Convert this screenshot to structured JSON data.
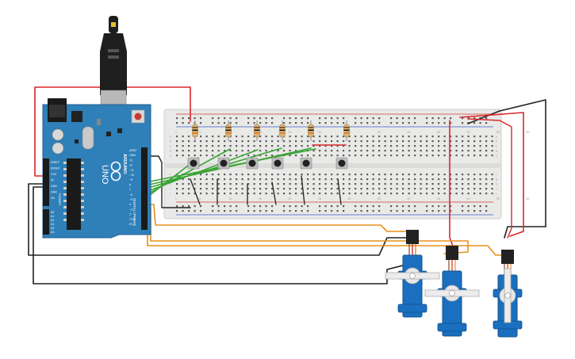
{
  "arduino": {
    "brand": "ARDUINO",
    "model": "UNO",
    "digital_header_label": "DIGITAL (PWM~)",
    "power_header_label": "POWER",
    "analog_header_label": "ANALOG IN",
    "pin_labels_power": [
      "IOREF",
      "RESET",
      "3.3V",
      "5V",
      "GND",
      "GND",
      "Vin"
    ],
    "pin_labels_analog": [
      "A0",
      "A1",
      "A2",
      "A3",
      "A4",
      "A5"
    ],
    "pin_labels_digital": [
      "AREF",
      "GND",
      "13",
      "12",
      "~11",
      "~10",
      "~9",
      "8",
      "7",
      "~6",
      "~5",
      "4",
      "~3",
      "2",
      "TX 1",
      "RX 0"
    ]
  },
  "breadboard": {
    "col_numbers": [
      "1",
      "5",
      "10",
      "15",
      "20",
      "25",
      "30",
      "35",
      "40",
      "45",
      "50",
      "55",
      "60"
    ],
    "row_letters": [
      "a",
      "b",
      "c",
      "d",
      "e",
      "f",
      "g",
      "h",
      "i",
      "j"
    ]
  },
  "components": {
    "pushbutton_count": 6,
    "resistor_count": 6,
    "servo_count": 3
  },
  "colors": {
    "wire_power": "#d9262c",
    "wire_ground": "#202020",
    "wire_signal_button": "#3aa535",
    "wire_signal_servo": "#e8911a",
    "arduino_board": "#2f7fb8",
    "servo_body": "#1a6fbf",
    "breadboard": "#e8e8e6"
  }
}
